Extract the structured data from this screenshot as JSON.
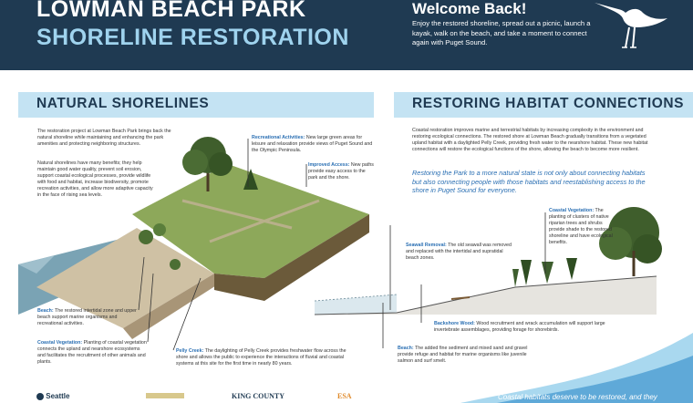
{
  "header": {
    "title_line1": "LOWMAN BEACH PARK",
    "title_line2": "SHORELINE RESTORATION",
    "welcome_title": "Welcome Back!",
    "welcome_text": "Enjoy the restored shoreline, spread out a picnic, launch a kayak, walk on the beach, and take a moment to connect again with Puget Sound."
  },
  "left_panel": {
    "title": "NATURAL SHORELINES",
    "intro": "The restoration project at Lowman Beach Park brings back the natural shoreline while maintaining and enhancing the park amenities and protecting neighboring structures.",
    "benefits": "Natural shorelines have many benefits; they help maintain good water quality, prevent soil erosion, support coastal ecological processes, provide wildlife with food and habitat, increase biodiversity, promote recreation activities, and allow more adaptive capacity in the face of rising sea levels.",
    "callouts": {
      "recreational": {
        "label": "Recreational Activities:",
        "text": " New large green areas for leisure and relaxation provide views of Puget Sound and the Olympic Peninsula."
      },
      "access": {
        "label": "Improved Access:",
        "text": " New paths provide easy access to the park and the shore."
      },
      "beach": {
        "label": "Beach:",
        "text": " The restored intertidal zone and upper beach support marine organisms and recreational activities."
      },
      "vegetation": {
        "label": "Coastal Vegetation:",
        "text": " Planting of coastal vegetation connects the upland and nearshore ecosystems and facilitates the recruitment of other animals and plants."
      },
      "pelly": {
        "label": "Pelly Creek:",
        "text": " The daylighting of Pelly Creek provides freshwater flow across the shore and allows the public to experience the interactions of fluvial and coastal systems at this site for the first time in nearly 80 years."
      }
    }
  },
  "right_panel": {
    "title": "RESTORING HABITAT CONNECTIONS",
    "intro": "Coastal restoration improves marine and terrestrial habitats by increasing complexity in the environment and restoring ecological connections. The restored shore at Lowman Beach gradually transitions from a vegetated upland habitat with a daylighted Pelly Creek, providing fresh water to the nearshore habitat. These new habitat connections will restore the ecological functions of the shore, allowing the beach to become more resilient.",
    "italic": "Restoring the Park to a more natural state is not only about connecting habitats but also connecting people with those habitats and reestablishing access to the shore in Puget Sound for everyone.",
    "callouts": {
      "vegetation": {
        "label": "Coastal Vegetation:",
        "text": " The planting of clusters of native riparian trees and shrubs provide shade to the restored shoreline and have ecological benefits."
      },
      "seawall": {
        "label": "Seawall Removal:",
        "text": " The old seawall was removed and replaced with the intertidal and supratidal beach zones."
      },
      "wood": {
        "label": "Backshore Wood:",
        "text": " Wood recruitment and wrack accumulation will support large invertebrate assemblages, providing forage for shorebirds."
      },
      "beach": {
        "label": "Beach:",
        "text": " The added fine sediment and mixed sand and gravel provide refuge and habitat for marine organisms like juvenile salmon and surf smelt."
      }
    }
  },
  "footer": {
    "logos": [
      "Seattle",
      "KING COUNTY",
      "ESA"
    ],
    "closing": "Coastal habitats deserve to be restored, and they"
  },
  "colors": {
    "header_bg": "#1f3a52",
    "title_accent": "#9fd3ee",
    "banner_bg": "#c4e3f3",
    "highlight": "#2a6fb3",
    "wave": "#a9d8ef"
  }
}
